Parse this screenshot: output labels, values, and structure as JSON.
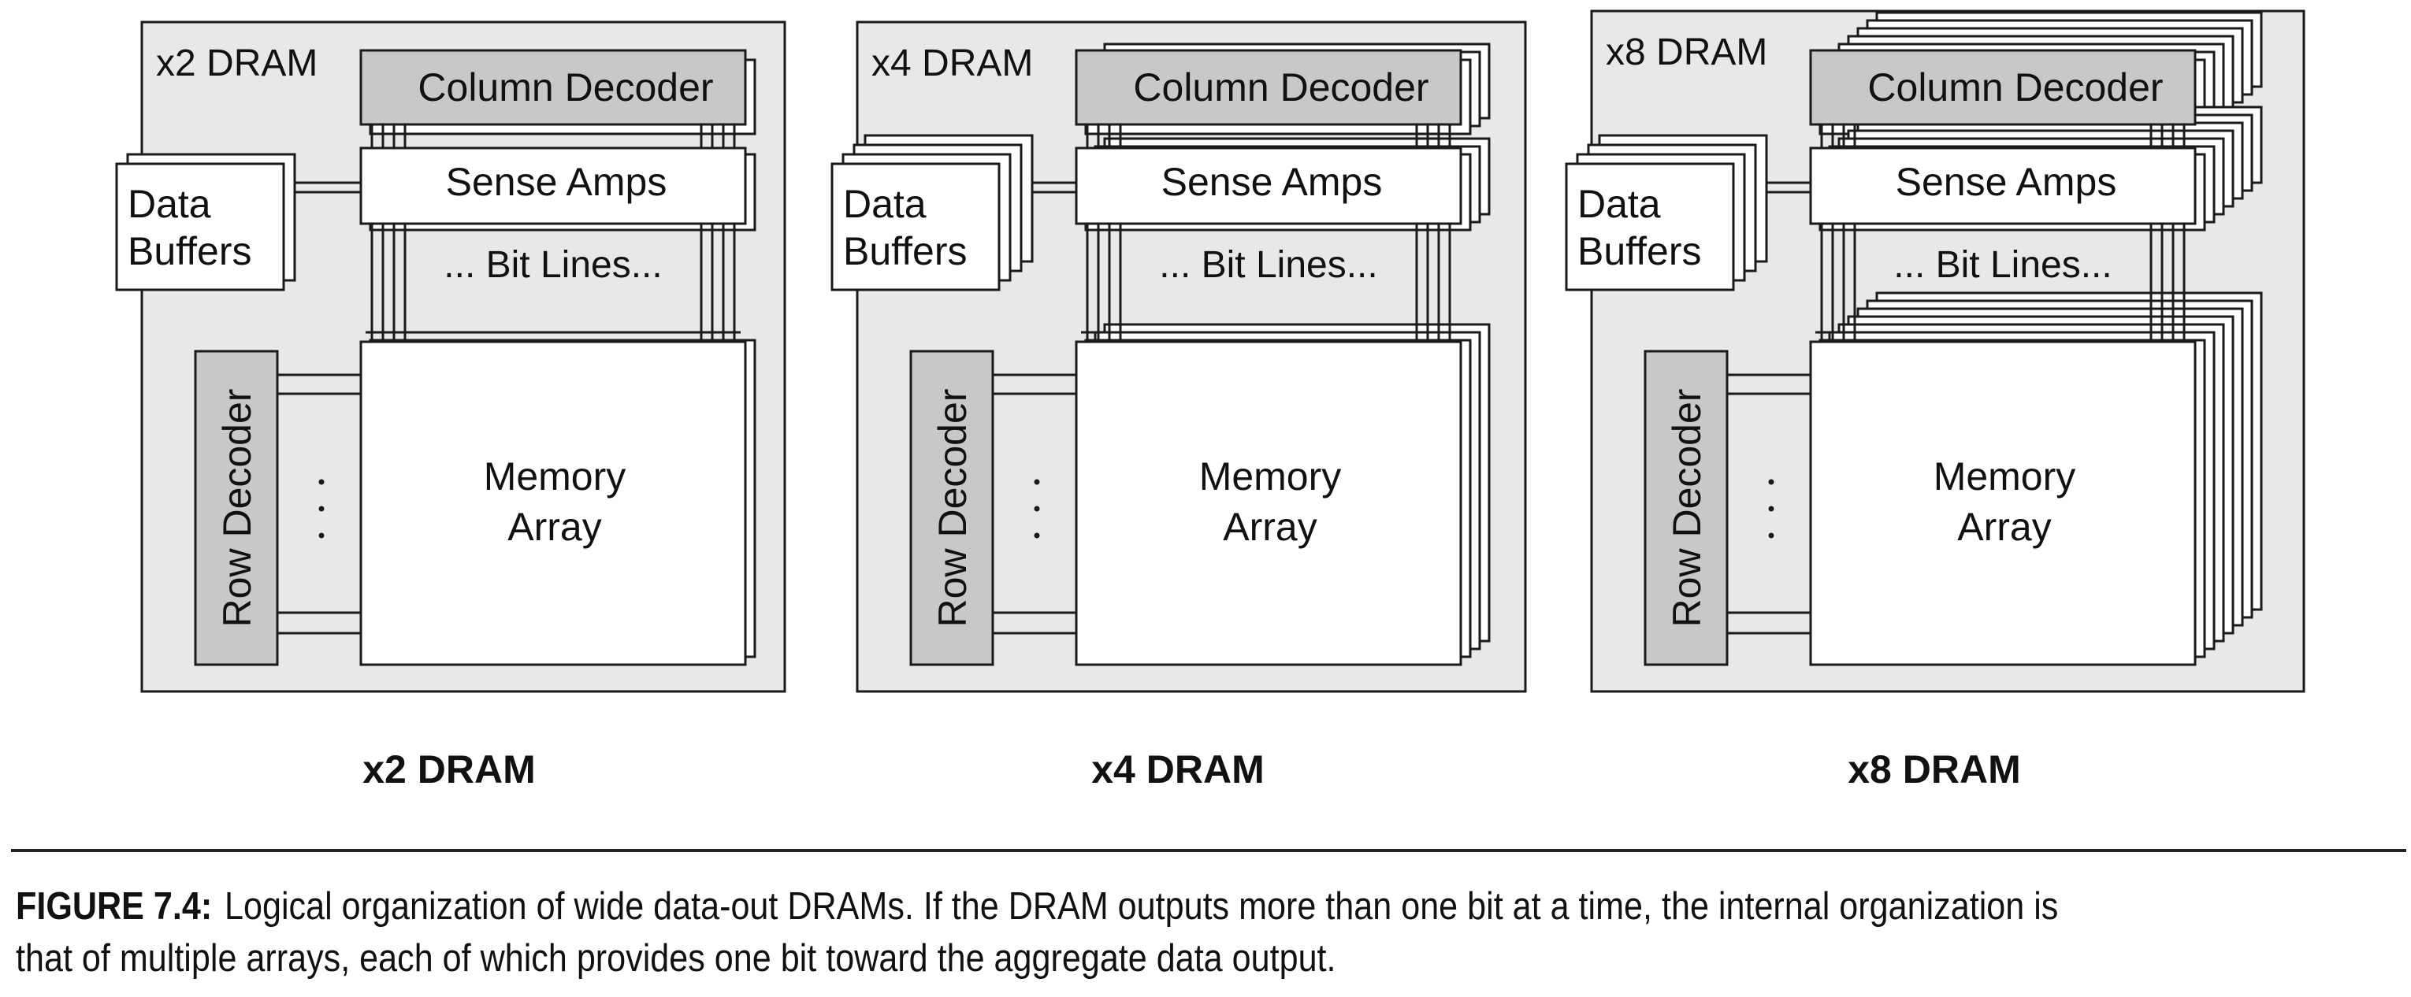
{
  "diagrams": [
    {
      "id": "x2",
      "box_label": "x2 DRAM",
      "sub_label": "x2 DRAM",
      "column_decoder": "Column Decoder",
      "sense_amps": "Sense Amps",
      "bit_lines": "... Bit Lines...",
      "data_buffers": [
        "Data",
        "Buffers"
      ],
      "row_decoder": "Row Decoder",
      "memory_array": [
        "Memory",
        "Array"
      ],
      "dots": "· · ·",
      "stack_depth": 2
    },
    {
      "id": "x4",
      "box_label": "x4 DRAM",
      "sub_label": "x4 DRAM",
      "column_decoder": "Column Decoder",
      "sense_amps": "Sense Amps",
      "bit_lines": "... Bit Lines...",
      "data_buffers": [
        "Data",
        "Buffers"
      ],
      "row_decoder": "Row Decoder",
      "memory_array": [
        "Memory",
        "Array"
      ],
      "dots": "· · ·",
      "stack_depth": 4
    },
    {
      "id": "x8",
      "box_label": "x8 DRAM",
      "sub_label": "x8 DRAM",
      "column_decoder": "Column Decoder",
      "sense_amps": "Sense Amps",
      "bit_lines": "... Bit Lines...",
      "data_buffers": [
        "Data",
        "Buffers"
      ],
      "row_decoder": "Row Decoder",
      "memory_array": [
        "Memory",
        "Array"
      ],
      "dots": "· · ·",
      "stack_depth": 8
    }
  ],
  "caption": {
    "label": "FIGURE 7.4:",
    "text": "Logical organization of wide data-out DRAMs. If the DRAM outputs more than one bit at a time, the internal organization is that of multiple arrays, each of which provides one bit toward the aggregate data output."
  },
  "colors": {
    "panel_fill": "#e8e8e8",
    "decoder_fill": "#c8c8c8",
    "stroke": "#1a1a1a",
    "white": "#ffffff"
  }
}
